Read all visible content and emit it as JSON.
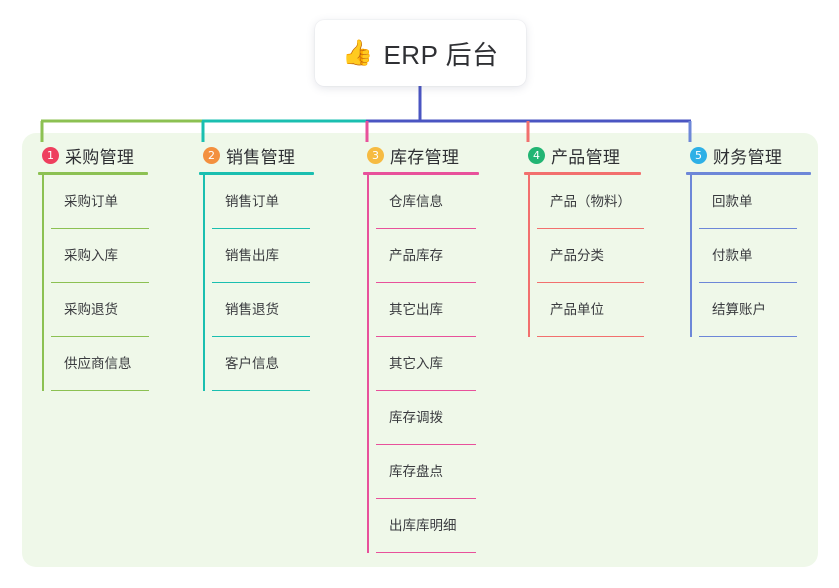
{
  "root": {
    "icon": "thumbs-up-icon",
    "emoji": "👍",
    "title": "ERP 后台"
  },
  "palette": {
    "panel_bg": "#eff8e9",
    "page_bg": "#ffffff",
    "root_text": "#2f3034",
    "branch_colors": [
      "#8cc152",
      "#1abfb0",
      "#e8519b",
      "#f2706e",
      "#6d87d8"
    ],
    "badge_colors": [
      "#ee3f5e",
      "#f3903f",
      "#f6bb42",
      "#22b573",
      "#2eb0e6"
    ],
    "trunk_color": "#4a55c2"
  },
  "branches": [
    {
      "index": "1",
      "badge_color": "#ee3f5e",
      "line_color": "#8cc152",
      "title": "采购管理",
      "items": [
        "采购订单",
        "采购入库",
        "采购退货",
        "供应商信息"
      ]
    },
    {
      "index": "2",
      "badge_color": "#f3903f",
      "line_color": "#1abfb0",
      "title": "销售管理",
      "items": [
        "销售订单",
        "销售出库",
        "销售退货",
        "客户信息"
      ]
    },
    {
      "index": "3",
      "badge_color": "#f6bb42",
      "line_color": "#e8519b",
      "title": "库存管理",
      "items": [
        "仓库信息",
        "产品库存",
        "其它出库",
        "其它入库",
        "库存调拨",
        "库存盘点",
        "出库库明细"
      ]
    },
    {
      "index": "4",
      "badge_color": "#22b573",
      "line_color": "#f2706e",
      "title": "产品管理",
      "items": [
        "产品（物料）",
        "产品分类",
        "产品单位"
      ]
    },
    {
      "index": "5",
      "badge_color": "#2eb0e6",
      "line_color": "#6d87d8",
      "title": "财务管理",
      "items": [
        "回款单",
        "付款单",
        "结算账户"
      ]
    }
  ]
}
